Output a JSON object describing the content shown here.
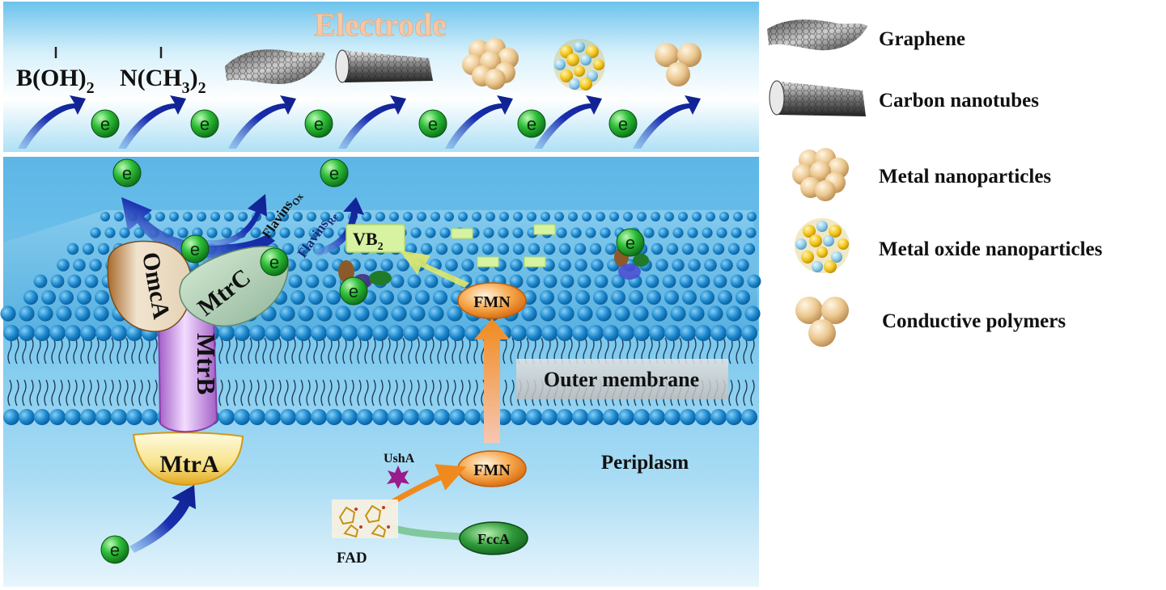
{
  "electrode": {
    "title": "Electrode",
    "groups": [
      {
        "main": "B(OH)",
        "sub": "2"
      },
      {
        "main": "N(CH",
        "sub": "3",
        "tail": ")",
        "sub2": "2"
      }
    ]
  },
  "electron_symbol": "e",
  "cell": {
    "flavin_ox": {
      "main": "Flavins",
      "sub": "Ox"
    },
    "flavin_re": {
      "main": "Flavins",
      "sub": "Re"
    },
    "vb2": {
      "main": "VB",
      "sub": "2"
    },
    "proteins": {
      "omca": "OmcA",
      "mtrc": "MtrC",
      "mtrb": "MtrB",
      "mtra": "MtrA",
      "fcca": "FccA"
    },
    "fmn_outer": "FMN",
    "fmn_inner": "FMN",
    "usha": "UshA",
    "fad": "FAD",
    "outer_membrane": "Outer membrane",
    "periplasm": "Periplasm"
  },
  "legend": {
    "items": [
      {
        "icon": "graphene-icon",
        "label": "Graphene"
      },
      {
        "icon": "carbon-nanotube-icon",
        "label": "Carbon nanotubes"
      },
      {
        "icon": "metal-nanoparticle-icon",
        "label": "Metal nanoparticles"
      },
      {
        "icon": "metal-oxide-nanoparticle-icon",
        "label": "Metal oxide nanoparticles"
      },
      {
        "icon": "conductive-polymer-icon",
        "label": "Conductive polymers"
      }
    ]
  },
  "colors": {
    "electrode_band": "#8fd0f0",
    "cell_bg": "#68bfe9",
    "lipid_head": "#1b86c9",
    "arrow_blue": "#1a2fb0",
    "electron_green": "#1fa62c",
    "fmn_orange": "#f08a1e",
    "fcca_green": "#1f7a2a",
    "gold": "#f2c21a",
    "light_blue_ball": "#8ecbe8",
    "tan": "#e8c894"
  }
}
